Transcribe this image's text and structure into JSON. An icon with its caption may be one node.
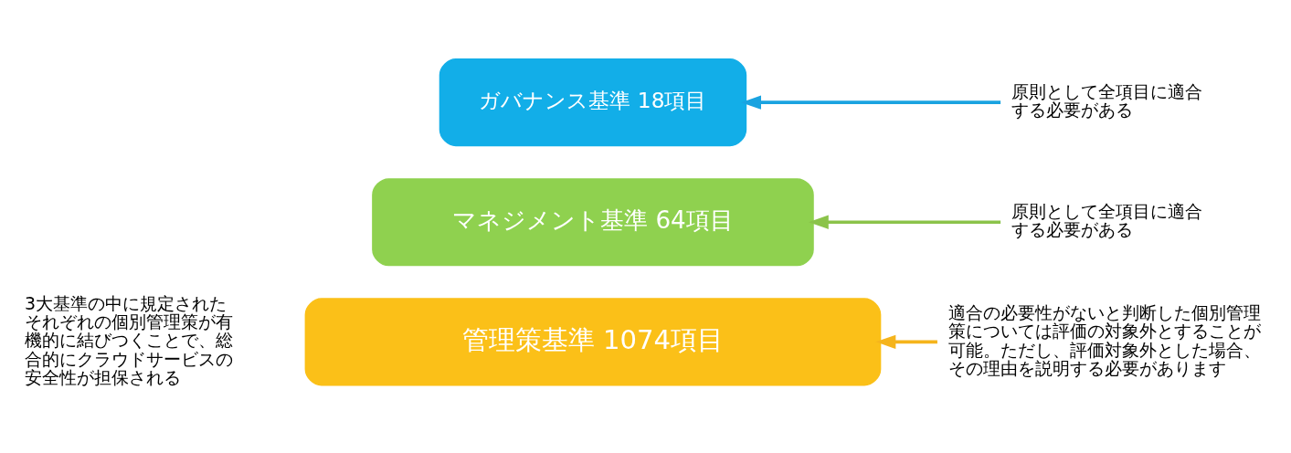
{
  "diagram": {
    "nodes": [
      {
        "text": [
          "ガバナンス基準 18項目"
        ]
      },
      {
        "text": [
          "原則として全項目に適合する必要がある"
        ]
      },
      {
        "text": [
          "マネジメント基準 64項目"
        ]
      },
      {
        "text": [
          "原則として全項目に適合する必要がある"
        ]
      },
      {
        "text": [
          "管理策基準 1074項目"
        ]
      },
      {
        "text": [
          "適合の必要性がないと判断した個別管理策については評価の対象外とすることが可能。ただし、評価対象外とした場合、その理由を説明する必要があります"
        ]
      }
    ],
    "edges": [
      {
        "from": 1,
        "to": 0,
        "arrow": "to",
        "color": "#1aa3e0"
      },
      {
        "from": 3,
        "to": 2,
        "arrow": "to",
        "color": "#8bc34a"
      },
      {
        "from": 5,
        "to": 4,
        "arrow": "to",
        "color": "#f5b41c"
      }
    ],
    "labels": [
      "3大基準の中に規定されたそれぞれの個別管理策が有機的に結びつくことで、総合的にクラウドサービスの安全性が担保される"
    ]
  }
}
